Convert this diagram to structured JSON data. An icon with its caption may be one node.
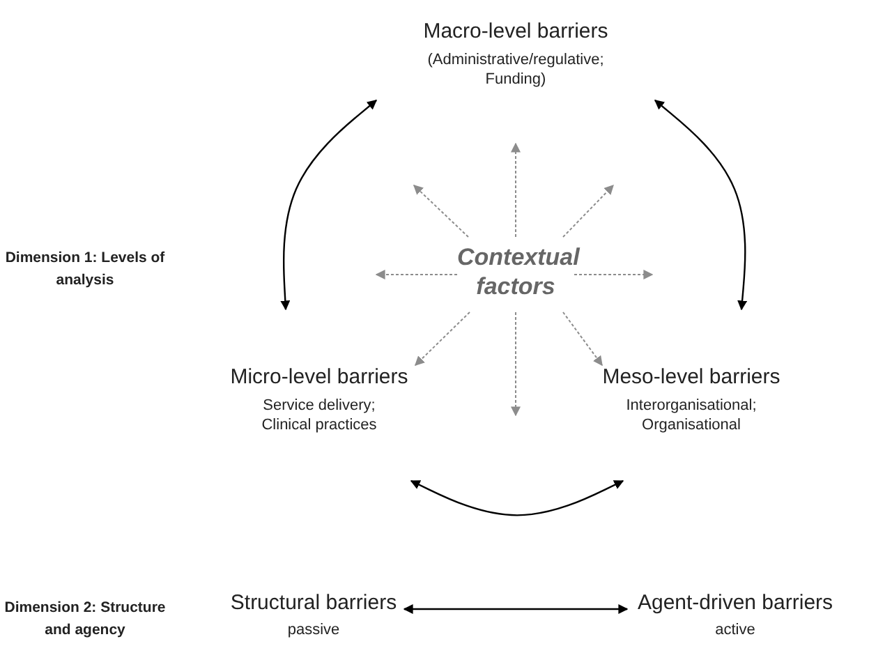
{
  "diagram": {
    "nodes": [
      {
        "text": [
          "Macro-level barriers",
          "(Administrative/regulative; Funding)"
        ]
      },
      {
        "text": [
          "Contextual factors"
        ]
      },
      {
        "text": [
          "Micro-level barriers",
          "Service delivery; Clinical practices"
        ]
      },
      {
        "text": [
          "Meso-level barriers",
          "Interorganisational; Organisational"
        ]
      },
      {
        "text": [
          "Structural barriers",
          "passive"
        ]
      },
      {
        "text": [
          "Agent-driven barriers",
          "active"
        ]
      }
    ],
    "edges": [
      {
        "from": 0,
        "to": 2,
        "arrow": "both",
        "color": "#000000"
      },
      {
        "from": 0,
        "to": 3,
        "arrow": "both",
        "color": "#000000"
      },
      {
        "from": 2,
        "to": 3,
        "arrow": "both",
        "color": "#000000"
      },
      {
        "from": 4,
        "to": 5,
        "arrow": "both",
        "color": "#000000"
      },
      {
        "from": 1,
        "to": 0,
        "arrow": "to",
        "style": "dashed",
        "color": "#8c8c8c"
      },
      {
        "from": 1,
        "to": null,
        "arrow": "to",
        "style": "dashed",
        "color": "#8c8c8c"
      },
      {
        "from": 1,
        "to": null,
        "arrow": "to",
        "style": "dashed",
        "color": "#8c8c8c"
      },
      {
        "from": 1,
        "to": null,
        "arrow": "to",
        "style": "dashed",
        "color": "#8c8c8c"
      },
      {
        "from": 1,
        "to": null,
        "arrow": "to",
        "style": "dashed",
        "color": "#8c8c8c"
      },
      {
        "from": 1,
        "to": 2,
        "arrow": "to",
        "style": "dashed",
        "color": "#8c8c8c"
      },
      {
        "from": 1,
        "to": null,
        "arrow": "to",
        "style": "dashed",
        "color": "#8c8c8c"
      },
      {
        "from": 1,
        "to": 3,
        "arrow": "to",
        "style": "dashed",
        "color": "#8c8c8c"
      }
    ],
    "labels": [
      "Dimension 1: Levels of analysis",
      "Dimension 2: Structure and agency"
    ]
  }
}
